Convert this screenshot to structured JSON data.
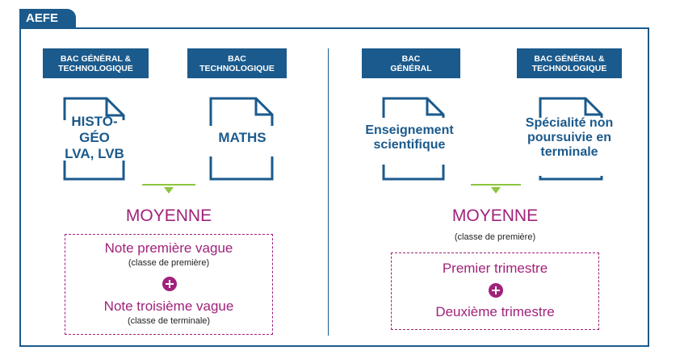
{
  "header": {
    "tag": "AEFE"
  },
  "left": {
    "label1": "BAC GÉNÉRAL &\nTECHNOLOGIQUE",
    "label2": "BAC\nTECHNOLOGIQUE",
    "doc1": "HISTO-GÉO\nLVA, LVB",
    "doc2": "MATHS",
    "moyenne": "MOYENNE",
    "line1": "Note première vague",
    "line1_sub": "(classe de première)",
    "line2": "Note troisième vague",
    "line2_sub": "(classe de terminale)"
  },
  "right": {
    "label1": "BAC\nGÉNÉRAL",
    "label2": "BAC GÉNÉRAL &\nTECHNOLOGIQUE",
    "doc1": "Enseignement\nscientifique",
    "doc2": "Spécialité non\npoursuivie en\nterminale",
    "moyenne": "MOYENNE",
    "moyenne_sub": "(classe de première)",
    "line1": "Premier trimestre",
    "line2": "Deuxième trimestre"
  },
  "colors": {
    "blue": "#1b5a8c",
    "magenta": "#a0227a",
    "green": "#8cc63f"
  }
}
